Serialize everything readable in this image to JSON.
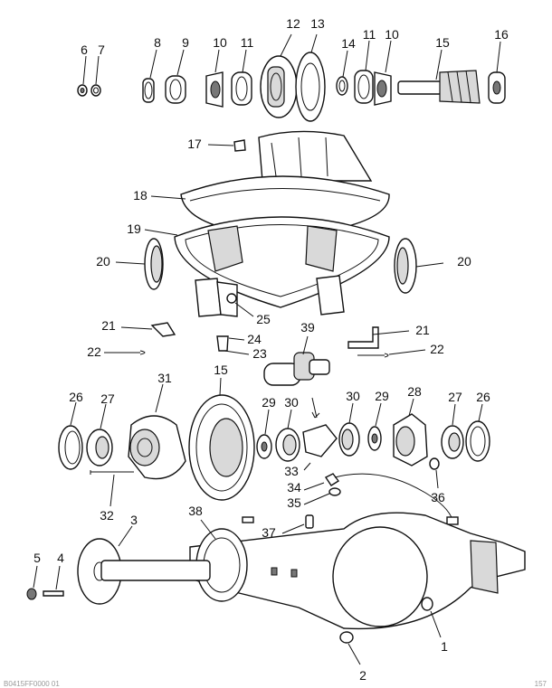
{
  "callouts": {
    "c1": "1",
    "c2": "2",
    "c3": "3",
    "c4": "4",
    "c5": "5",
    "c6": "6",
    "c7": "7",
    "c8": "8",
    "c9": "9",
    "c10a": "10",
    "c10b": "10",
    "c11a": "11",
    "c11b": "11",
    "c12": "12",
    "c13": "13",
    "c14": "14",
    "c15a": "15",
    "c15b": "15",
    "c16": "16",
    "c17": "17",
    "c18": "18",
    "c19": "19",
    "c20a": "20",
    "c20b": "20",
    "c21a": "21",
    "c21b": "21",
    "c22a": "22",
    "c22b": "22",
    "c23": "23",
    "c24": "24",
    "c25": "25",
    "c26a": "26",
    "c26b": "26",
    "c27a": "27",
    "c27b": "27",
    "c28": "28",
    "c29a": "29",
    "c29b": "29",
    "c30a": "30",
    "c30b": "30",
    "c31": "31",
    "c32": "32",
    "c33": "33",
    "c34": "34",
    "c35": "35",
    "c36": "36",
    "c37": "37",
    "c38": "38",
    "c39": "39"
  },
  "footer": {
    "left": "B0415FF0000 01",
    "right": "157"
  }
}
